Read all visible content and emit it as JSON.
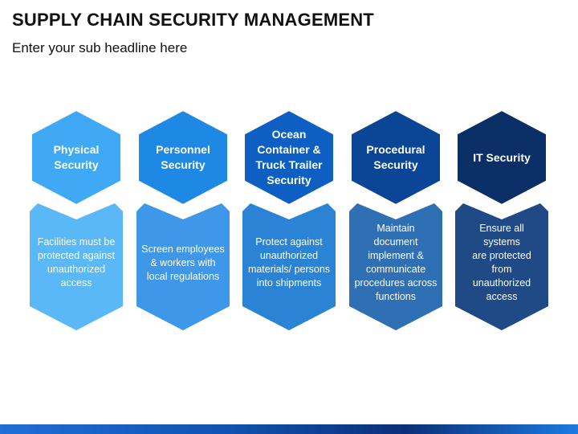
{
  "title": "SUPPLY CHAIN SECURITY MANAGEMENT",
  "subtitle": "Enter your sub headline here",
  "items": [
    {
      "heading": "Physical\nSecurity",
      "text": "Facilities must be\nprotected against\nunauthorized\naccess",
      "hex_color": "#3fa9f5",
      "box_color": "#5ab8f7"
    },
    {
      "heading": "Personnel\nSecurity",
      "text": "Screen employees\n& workers with\nlocal regulations",
      "hex_color": "#1e88e5",
      "box_color": "#3e97e8"
    },
    {
      "heading": "Ocean\nContainer &\nTruck Trailer\nSecurity",
      "text": "Protect against\nunauthorized\nmaterials/ persons\ninto shipments",
      "hex_color": "#0d5fc4",
      "box_color": "#2a83d4"
    },
    {
      "heading": "Procedural\nSecurity",
      "text": "Maintain\ndocument\nimplement &\ncommunicate\nprocedures across\nfunctions",
      "hex_color": "#0b4596",
      "box_color": "#2f6fb3"
    },
    {
      "heading": "IT Security",
      "text": "Ensure all systems\nare protected\nfrom\nunauthorized\naccess",
      "hex_color": "#0a2e66",
      "box_color": "#1f4a86"
    }
  ]
}
